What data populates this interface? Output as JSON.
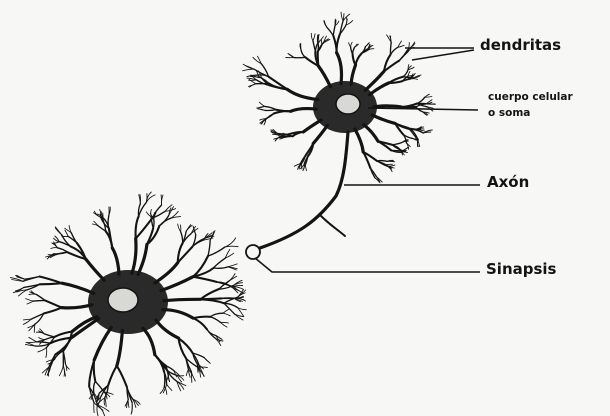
{
  "labels": {
    "dendritas": "dendritas",
    "cuerpo_line1": "cuerpo celular",
    "cuerpo_line2": "o soma",
    "axon": "Axón",
    "sinapsis": "Sinapsis"
  },
  "colors": {
    "background": "#f7f7f5",
    "ink": "#141414",
    "soma_fill": "#2a2a2a"
  }
}
